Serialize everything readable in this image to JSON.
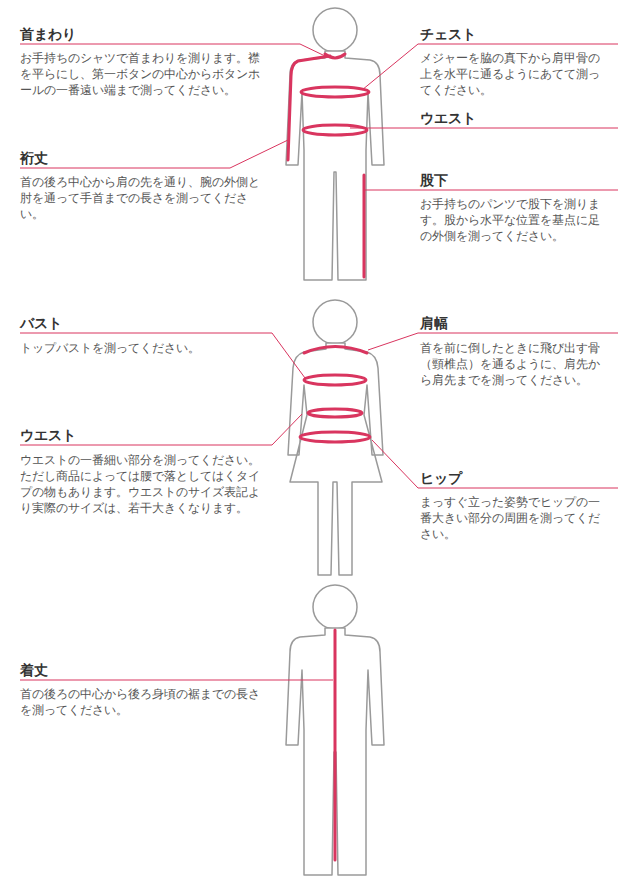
{
  "diagram": {
    "labels": [
      "首まわり",
      "お手持ちのシャツで首まわりを測ります。襟を平らにし、第一ボタンの中心からボタンホールの一番遠い端まで測ってください。",
      "チェスト",
      "メジャーを脇の真下から肩甲骨の上を水平に通るようにあてて測ってください。",
      "ウエスト",
      "裄丈",
      "首の後ろ中心から肩の先を通り、腕の外側と肘を通って手首までの長さを測ってください。",
      "股下",
      "お手持ちのパンツで股下を測ります。股から水平な位置を基点に足の外側を測ってください。",
      "バスト",
      "トップバストを測ってください。",
      "肩幅",
      "首を前に倒したときに飛び出す骨（頸椎点）を通るように、肩先から肩先までを測ってください。",
      "ウエスト",
      "ウエストの一番細い部分を測ってください。ただし商品によっては腰で落としてはくタイプの物もあります。ウエストのサイズ表記より実際のサイズは、若干大きくなります。",
      "ヒップ",
      "まっすぐ立った姿勢でヒップの一番大きい部分の周囲を測ってください。",
      "着丈",
      "首の後ろの中心から後ろ身頃の裾までの長さを測ってください。"
    ]
  }
}
